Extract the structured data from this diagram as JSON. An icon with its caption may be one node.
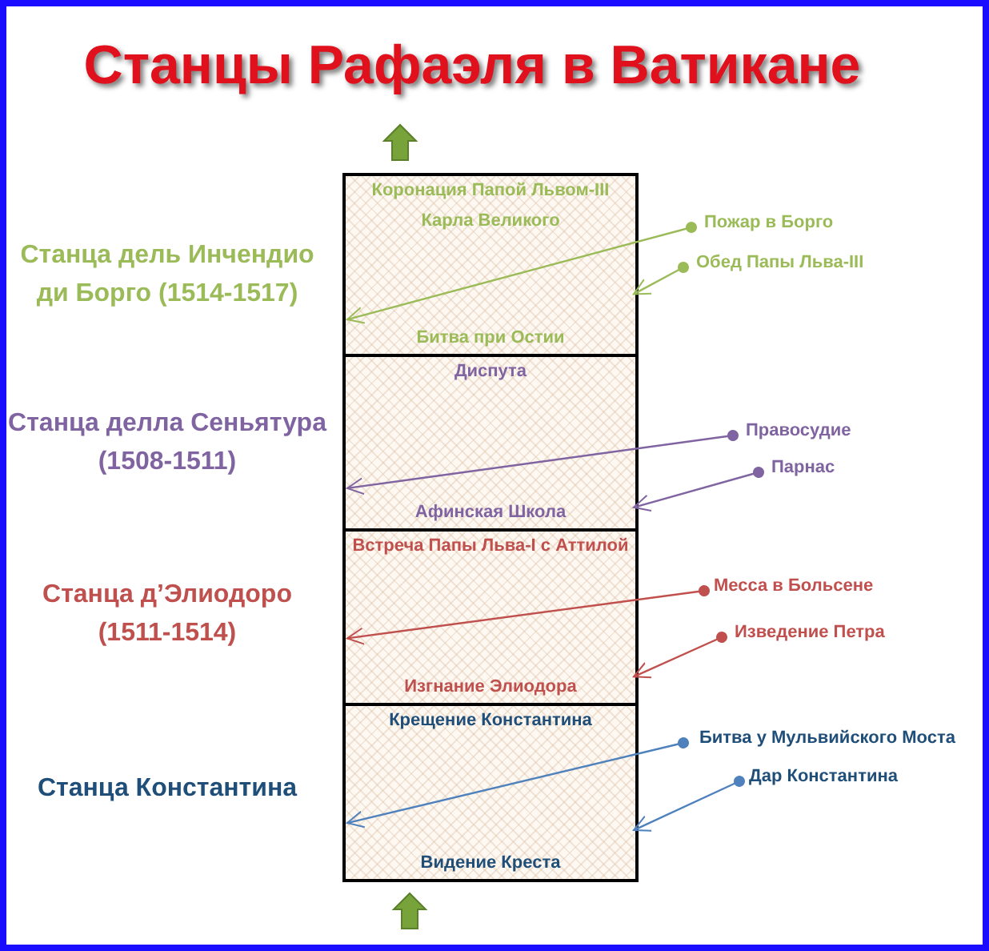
{
  "diagram": {
    "title": "Станцы Рафаэля в Ватикане",
    "nodes": [
      {
        "text": [
          "Станца дель Инчендио ди Борго (1514-1517)",
          "Коронация Папой Львом-III Карла Великого",
          "Битва при Остии"
        ]
      },
      {
        "text": [
          "Пожар в Борго"
        ]
      },
      {
        "text": [
          "Обед Папы Льва-III"
        ]
      },
      {
        "text": [
          "Станца делла Сеньятура (1508-1511)",
          "Диспута",
          "Афинская Школа"
        ]
      },
      {
        "text": [
          "Правосудие"
        ]
      },
      {
        "text": [
          "Парнас"
        ]
      },
      {
        "text": [
          "Станца д’Элиодоро (1511-1514)",
          "Встреча Папы Льва-I с Аттилой",
          "Изгнание Элиодора"
        ]
      },
      {
        "text": [
          "Месса в Больсене"
        ]
      },
      {
        "text": [
          "Изведение Петра"
        ]
      },
      {
        "text": [
          "Станца Константина",
          "Крещение Константина",
          "Видение Креста"
        ]
      },
      {
        "text": [
          "Битва у Мульвийского Моста"
        ]
      },
      {
        "text": [
          "Дар Константина"
        ]
      }
    ],
    "edges": [
      {
        "from": 1,
        "to": 0,
        "arrow": "to",
        "color": "#9bbb59"
      },
      {
        "from": 2,
        "to": 0,
        "arrow": "to",
        "color": "#9bbb59"
      },
      {
        "from": 4,
        "to": 3,
        "arrow": "to",
        "color": "#8064a2"
      },
      {
        "from": 5,
        "to": 3,
        "arrow": "to",
        "color": "#8064a2"
      },
      {
        "from": 7,
        "to": 6,
        "arrow": "to",
        "color": "#c0504d"
      },
      {
        "from": 8,
        "to": 6,
        "arrow": "to",
        "color": "#c0504d"
      },
      {
        "from": 10,
        "to": 9,
        "arrow": "to",
        "color": "#4f81bd"
      },
      {
        "from": 11,
        "to": 9,
        "arrow": "to",
        "color": "#4f81bd"
      }
    ]
  }
}
